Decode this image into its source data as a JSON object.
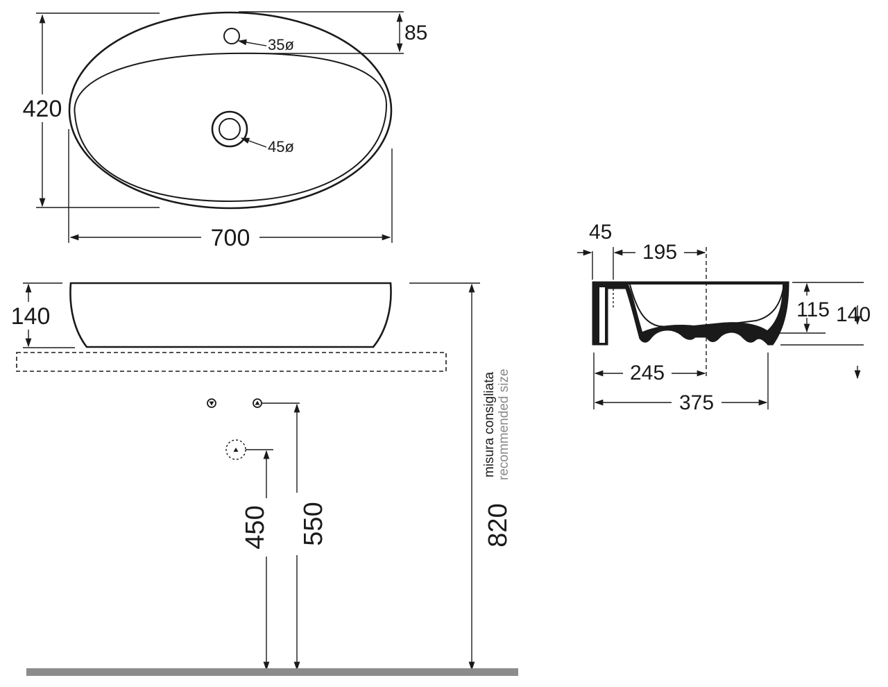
{
  "top_view": {
    "width": "700",
    "depth": "420",
    "tap_offset": "85",
    "tap_hole": "35ø",
    "drain_hole": "45ø"
  },
  "front_view": {
    "height": "140",
    "drain_height": "450",
    "supply_height": "550",
    "top_height": "820",
    "note_it": "misura consigliata",
    "note_en": "recommended size"
  },
  "side_view": {
    "rim": "45",
    "tap_to_center": "195",
    "inner_depth": "115",
    "height": "140",
    "drain_center": "245",
    "depth": "375"
  },
  "colors": {
    "line": "#1a1a1a",
    "note_en": "#8a8a8a",
    "floor": "#8c8c8c"
  }
}
